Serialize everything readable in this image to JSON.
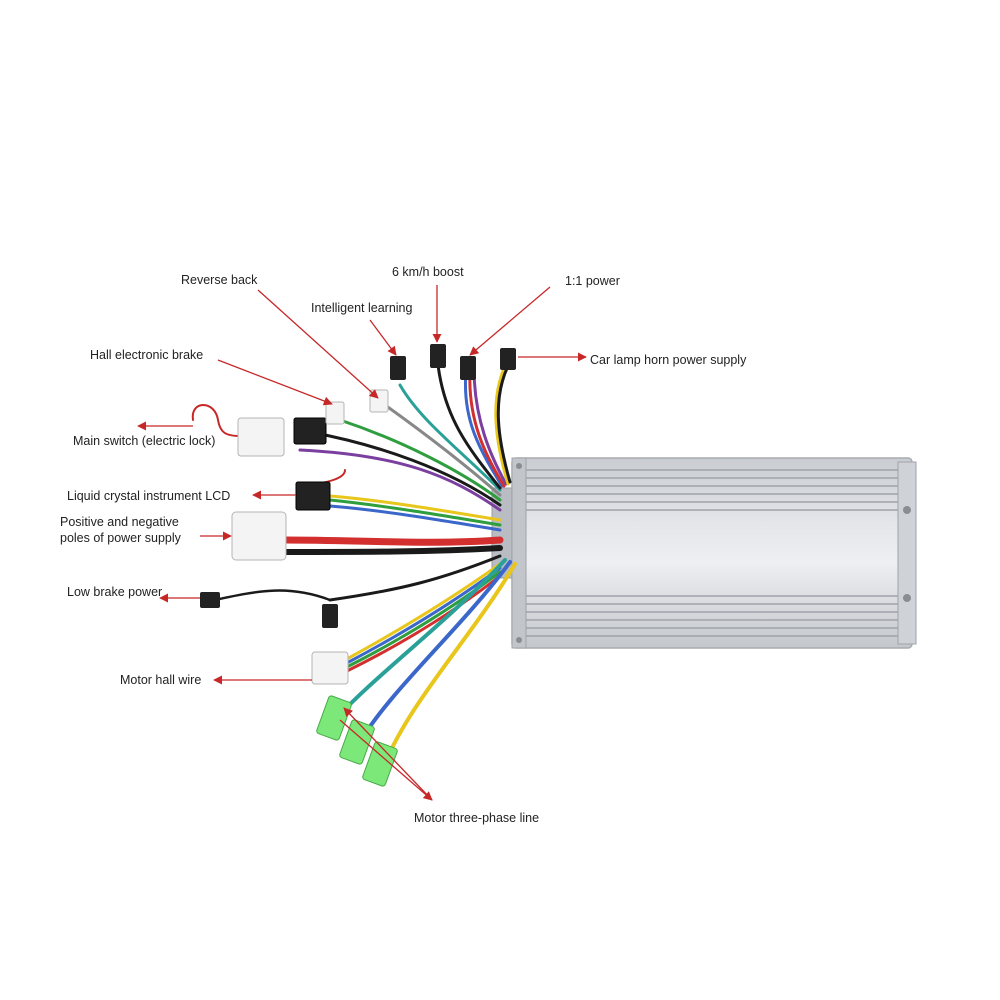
{
  "labels": {
    "reverse_back": "Reverse back",
    "six_kmh_boost": "6 km/h boost",
    "one_one_power": "1:1 power",
    "intelligent_learning": "Intelligent learning",
    "hall_electronic_brake": "Hall electronic brake",
    "car_lamp_horn": "Car lamp horn power supply",
    "main_switch": "Main switch (electric lock)",
    "lcd": "Liquid crystal instrument LCD",
    "power_supply_line1": "Positive and negative",
    "power_supply_line2": "poles of power supply",
    "low_brake_power": "Low brake power",
    "motor_hall_wire": "Motor hall wire",
    "motor_three_phase": "Motor three-phase line"
  },
  "colors": {
    "arrow": "#c62828",
    "housing": "#d8dade",
    "wire_red": "#d32f2f",
    "wire_black": "#1a1a1a",
    "wire_green": "#2e9e3e",
    "wire_blue": "#3a67c9",
    "wire_yellow": "#e8c61c",
    "connector_green": "#7de87a"
  }
}
